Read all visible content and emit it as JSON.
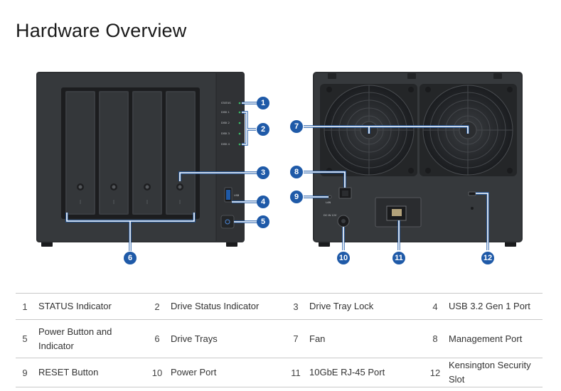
{
  "page": {
    "title": "Hardware Overview"
  },
  "front_panel": {
    "indicator_labels": [
      "STATUS",
      "DISK 1",
      "DISK 2",
      "DISK 3",
      "DISK 4"
    ],
    "usb_label": "USB"
  },
  "back_panel": {
    "reset_label": "LAN",
    "power_label": "DC IN 12V"
  },
  "callouts": [
    "1",
    "2",
    "3",
    "4",
    "5",
    "6",
    "7",
    "8",
    "9",
    "10",
    "11",
    "12"
  ],
  "legend": {
    "rows": [
      [
        {
          "num": "1",
          "label": "STATUS Indicator"
        },
        {
          "num": "2",
          "label": "Drive Status Indicator"
        },
        {
          "num": "3",
          "label": "Drive Tray Lock"
        },
        {
          "num": "4",
          "label": "USB 3.2 Gen 1 Port"
        }
      ],
      [
        {
          "num": "5",
          "label": "Power Button and Indicator"
        },
        {
          "num": "6",
          "label": "Drive Trays"
        },
        {
          "num": "7",
          "label": "Fan"
        },
        {
          "num": "8",
          "label": "Management Port"
        }
      ],
      [
        {
          "num": "9",
          "label": "RESET Button"
        },
        {
          "num": "10",
          "label": "Power Port"
        },
        {
          "num": "11",
          "label": "10GbE RJ-45 Port"
        },
        {
          "num": "12",
          "label": "Kensington Security Slot"
        }
      ]
    ]
  },
  "colors": {
    "callout": "#1f5aa8",
    "chassis": "#2e3033",
    "led": "#39c26a"
  }
}
